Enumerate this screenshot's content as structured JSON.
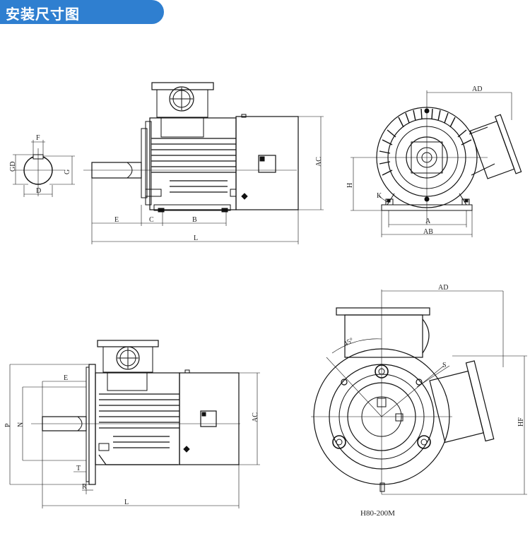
{
  "header": {
    "title": "安装尺寸图"
  },
  "shaft_section": {
    "labels": {
      "f": "F",
      "gd": "GD",
      "g": "G",
      "d": "D"
    }
  },
  "foot_side_view": {
    "labels": {
      "e": "E",
      "c": "C",
      "b": "B",
      "l": "L",
      "ac": "AC"
    }
  },
  "foot_end_view": {
    "labels": {
      "ad": "AD",
      "h": "H",
      "k": "K",
      "a": "A",
      "ab": "AB"
    }
  },
  "flange_side_view": {
    "labels": {
      "e": "E",
      "p": "P",
      "n": "N",
      "t": "T",
      "r": "R",
      "l": "L",
      "ac": "AC"
    }
  },
  "flange_end_view": {
    "labels": {
      "ad": "AD",
      "angle": "45°",
      "s": "S",
      "hf": "HF"
    },
    "caption": "H80-200M"
  }
}
